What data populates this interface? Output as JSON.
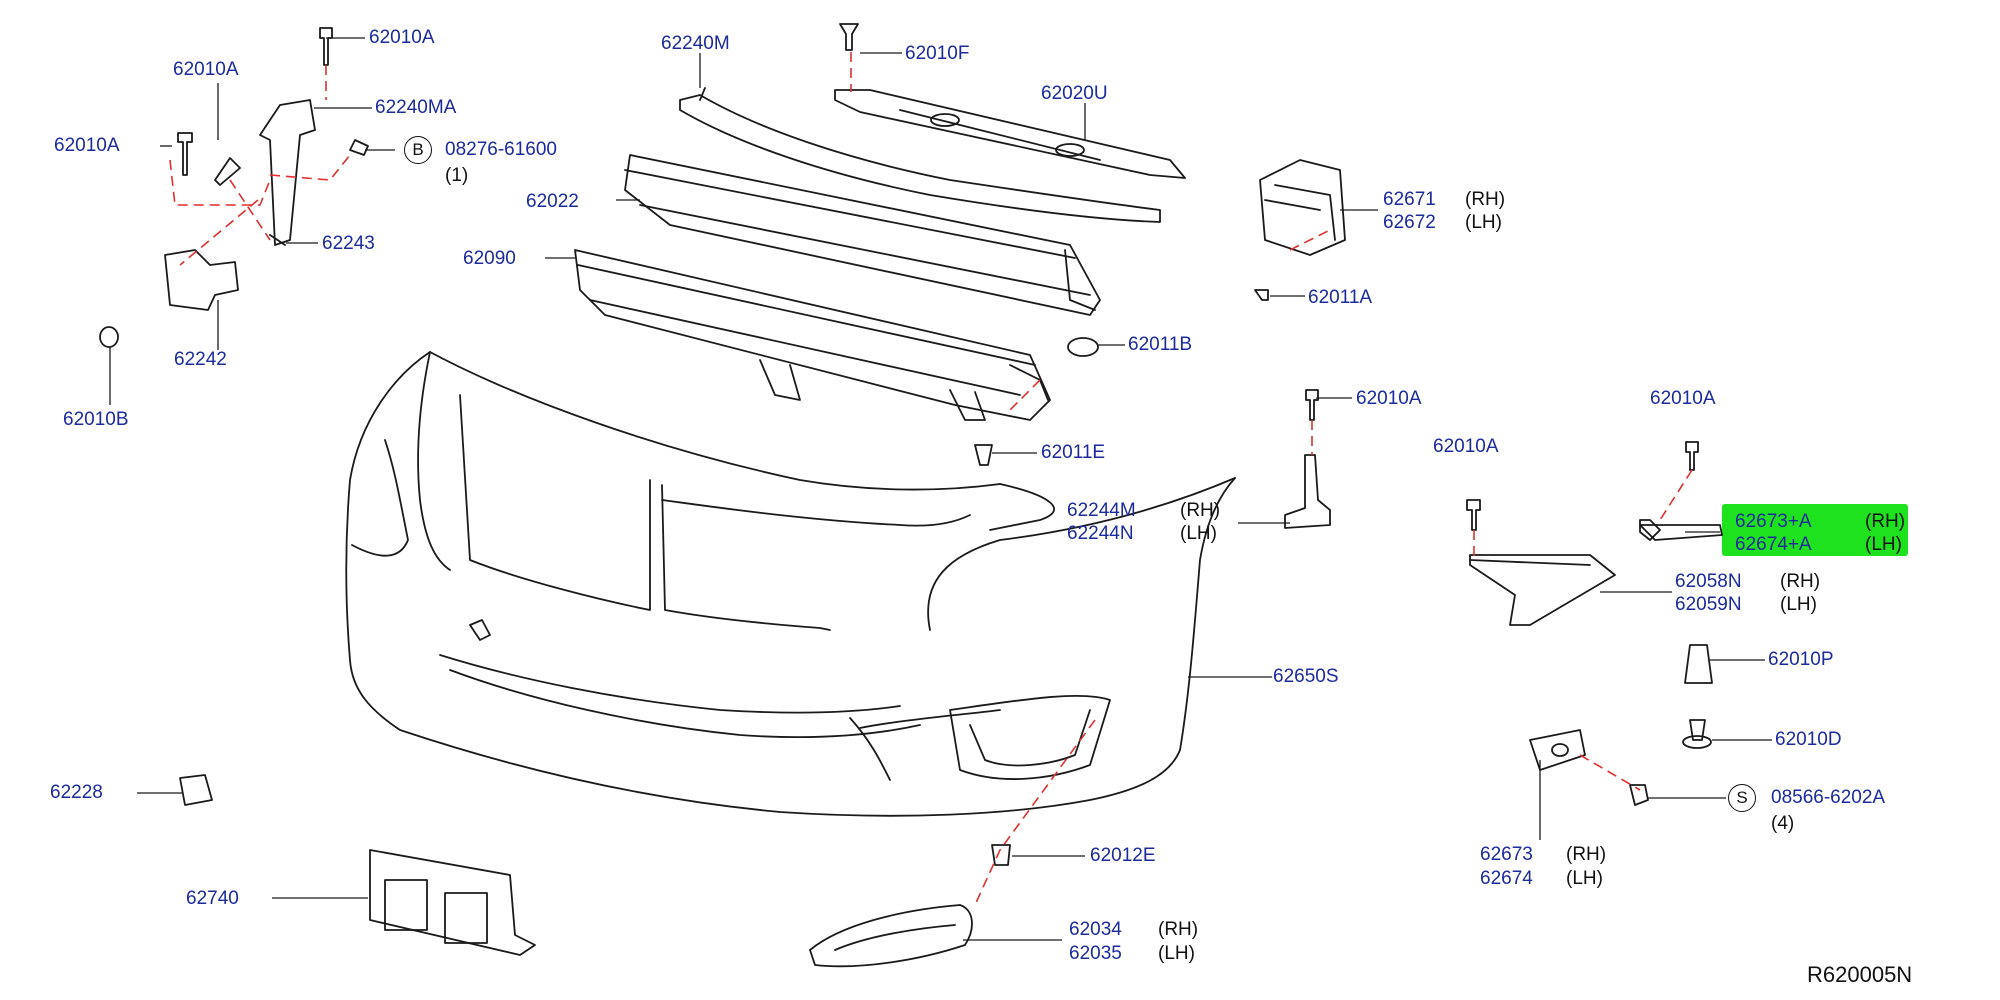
{
  "diagram": {
    "reference": "R620005N",
    "highlight_color": "#1fe21f",
    "label_color": "#1c2a9c",
    "line_color": "#1a1a1a",
    "leader_dash_color": "#e03030",
    "labels": {
      "l_62010A_a": "62010A",
      "l_62010A_b": "62010A",
      "l_62010A_c": "62010A",
      "l_62240MA": "62240MA",
      "l_08276": "08276-61600",
      "q_08276": "(1)",
      "c_B": "B",
      "l_62243": "62243",
      "l_62242": "62242",
      "l_62010B": "62010B",
      "l_62240M": "62240M",
      "l_62010F": "62010F",
      "l_62020U": "62020U",
      "l_62022": "62022",
      "l_62090": "62090",
      "l_62011B": "62011B",
      "l_62011E": "62011E",
      "l_62671": "62671",
      "s_62671": "(RH)",
      "l_62672": "62672",
      "s_62672": "(LH)",
      "l_62011A": "62011A",
      "l_62010A_d": "62010A",
      "l_62244M": "62244M",
      "s_62244M": "(RH)",
      "l_62244N": "62244N",
      "s_62244N": "(LH)",
      "l_62010A_e": "62010A",
      "l_62010A_f": "62010A",
      "l_62673A": "62673+A",
      "s_62673A": "(RH)",
      "l_62674A": "62674+A",
      "s_62674A": "(LH)",
      "l_62058N": "62058N",
      "s_62058N": "(RH)",
      "l_62059N": "62059N",
      "s_62059N": "(LH)",
      "l_62650S": "62650S",
      "l_62010P": "62010P",
      "l_62010D": "62010D",
      "l_08566": "08566-6202A",
      "q_08566": "(4)",
      "c_S": "S",
      "l_62228": "62228",
      "l_62012E": "62012E",
      "l_62740": "62740",
      "l_62034": "62034",
      "s_62034": "(RH)",
      "l_62035": "62035",
      "s_62035": "(LH)",
      "l_62673": "62673",
      "s_62673": "(RH)",
      "l_62674": "62674",
      "s_62674": "(LH)"
    }
  }
}
